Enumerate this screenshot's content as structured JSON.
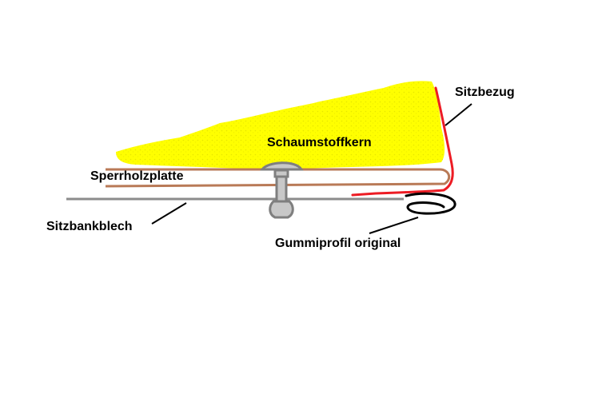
{
  "labels": {
    "foam_core": "Schaumstoffkern",
    "plywood_plate": "Sperrholzplatte",
    "seat_cover": "Sitzbezug",
    "seat_sheet_metal": "Sitzbankblech",
    "rubber_profile": "Gummiprofil original"
  },
  "colors": {
    "foam": "#ffff00",
    "foam_dots": "#e8e800",
    "plywood": "#b97a57",
    "cover": "#ed1c24",
    "sheet_metal": "#8c8c8c",
    "fastener": "#7f7f7f",
    "rubber": "#000000",
    "leader": "#000000"
  }
}
